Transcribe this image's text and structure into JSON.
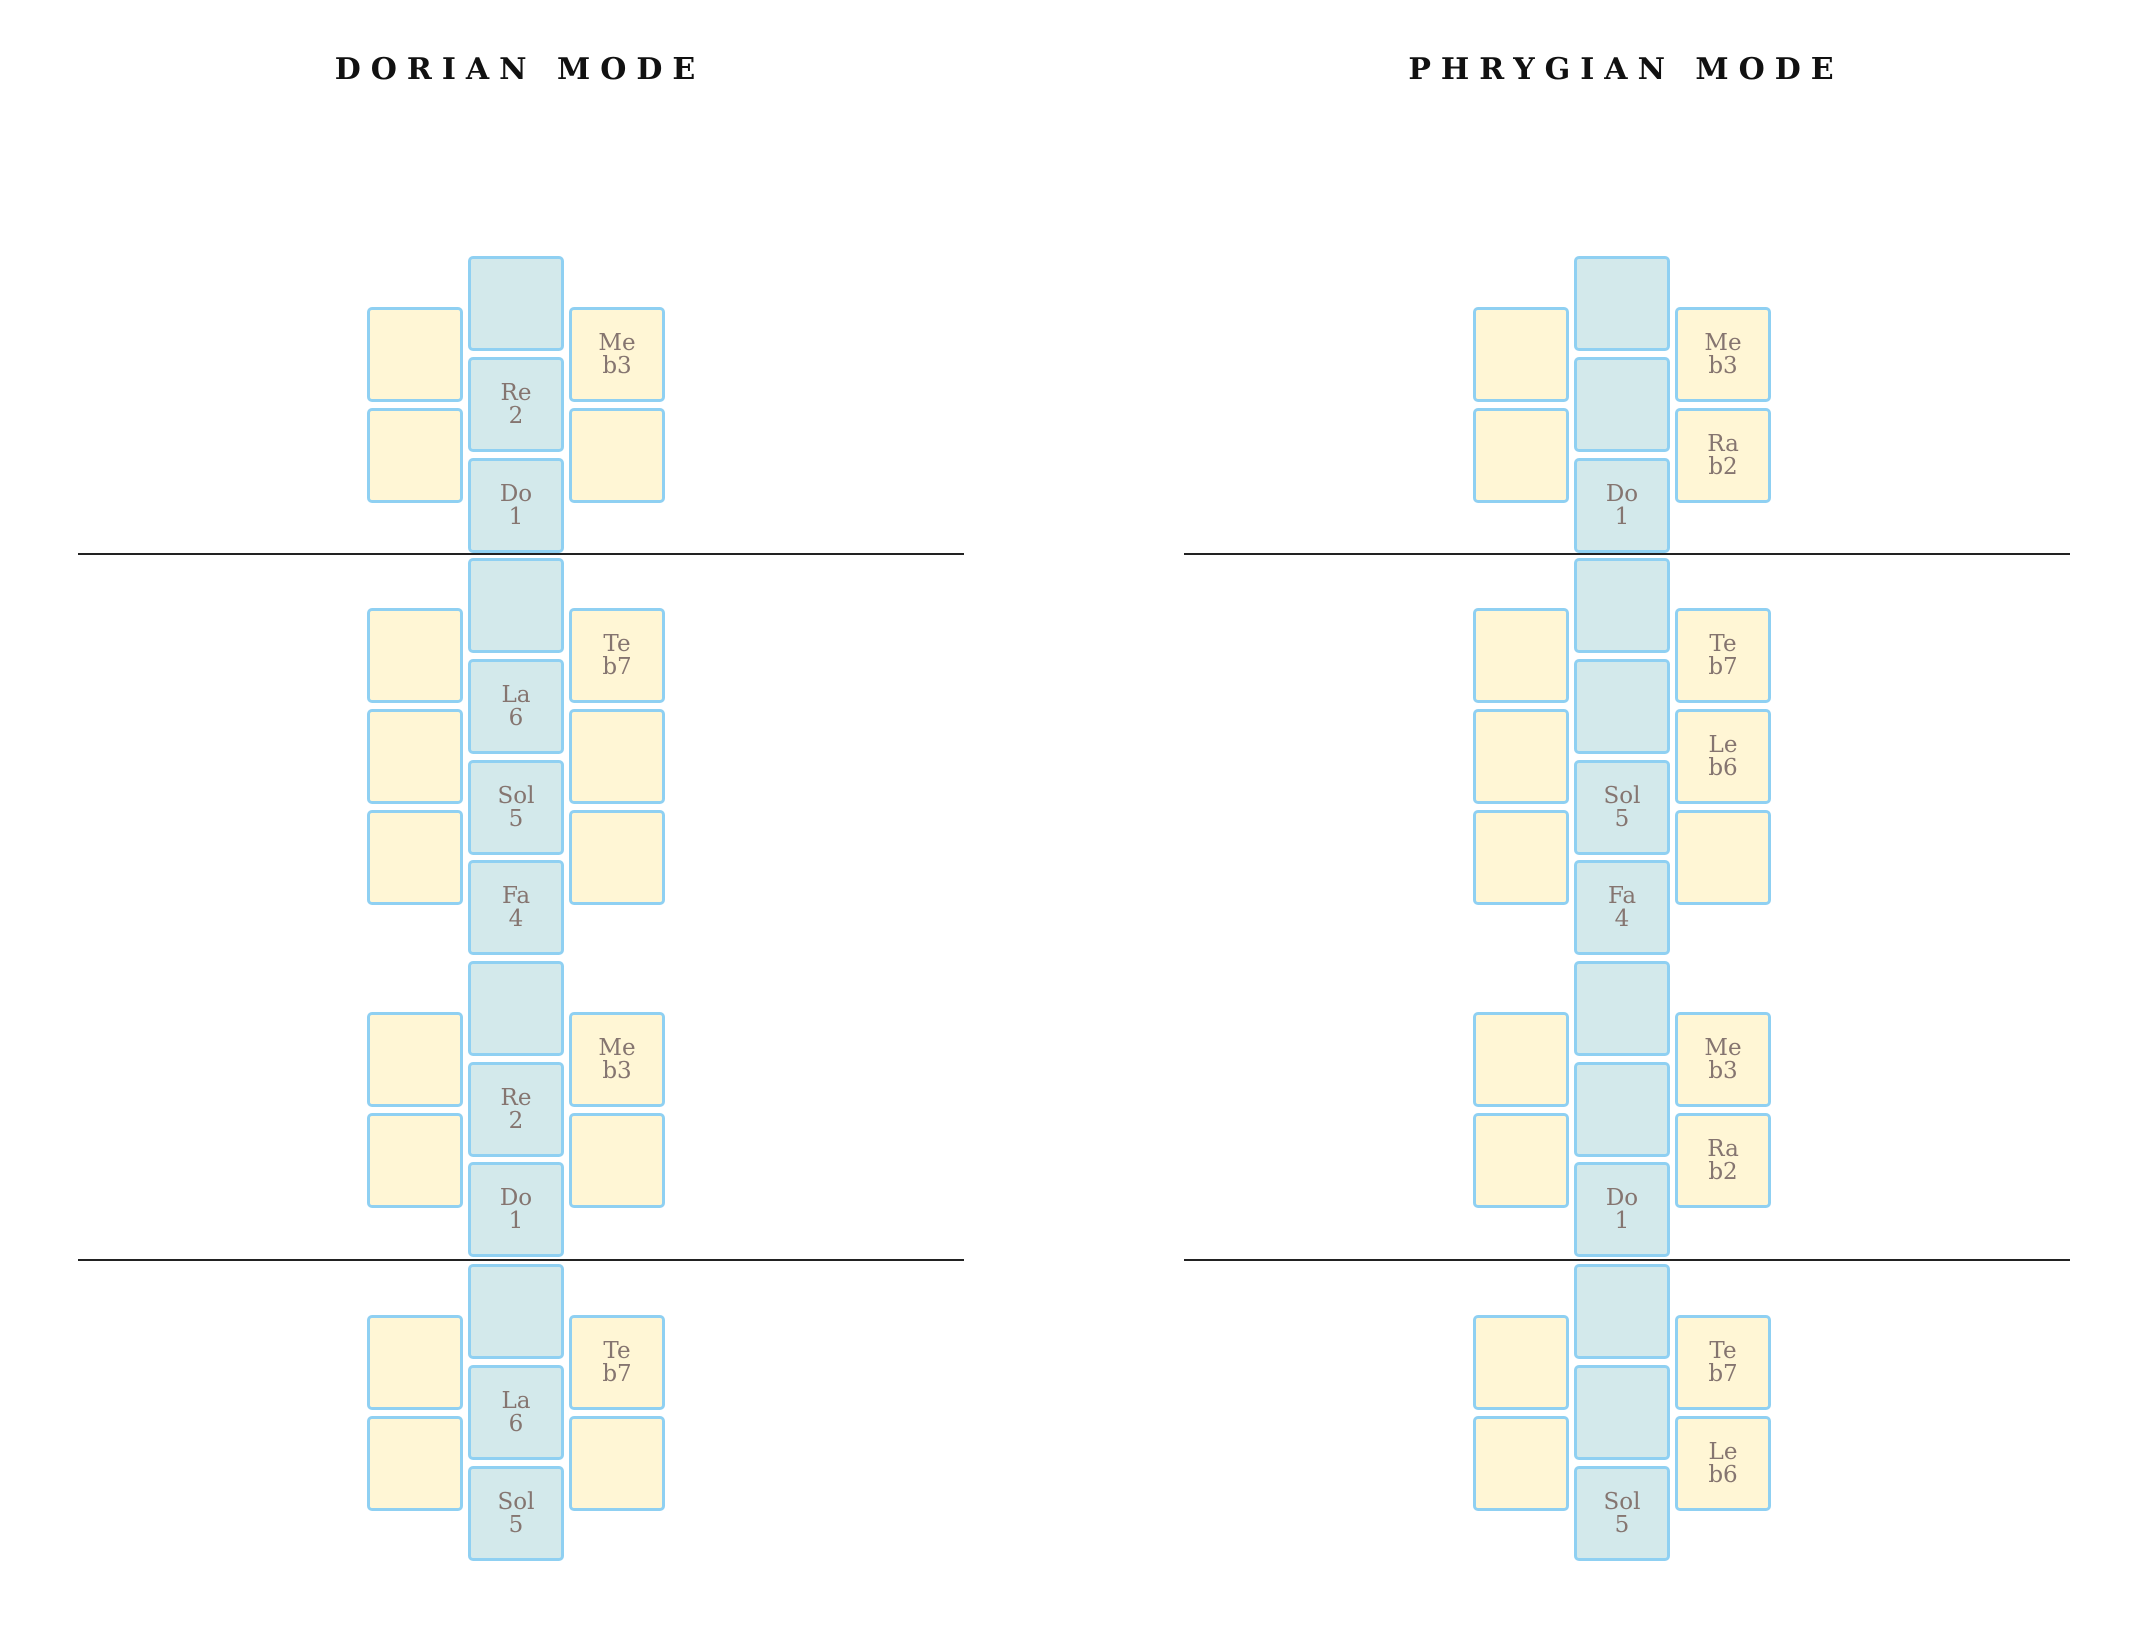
{
  "colors": {
    "center_column": "#d3e9eb",
    "side_columns": "#fff6d5",
    "cell_border": "#8fd0f2",
    "label_text": "#857570",
    "divider": "#222222"
  },
  "panels": [
    {
      "title": "DORIAN MODE",
      "notes": {
        "c1": [
          "",
          ""
        ],
        "c2": [
          "Re",
          "2"
        ],
        "c3": [
          "Do",
          "1"
        ],
        "c4": [
          "",
          ""
        ],
        "c5": [
          "La",
          "6"
        ],
        "c6": [
          "Sol",
          "5"
        ],
        "c7": [
          "Fa",
          "4"
        ],
        "c8": [
          "",
          ""
        ],
        "c9": [
          "Re",
          "2"
        ],
        "c10": [
          "Do",
          "1"
        ],
        "c11": [
          "",
          ""
        ],
        "c12": [
          "La",
          "6"
        ],
        "c13": [
          "Sol",
          "5"
        ],
        "r1": [
          "Me",
          "b3"
        ],
        "r2": [
          "",
          ""
        ],
        "r3": [
          "Te",
          "b7"
        ],
        "r4": [
          "",
          ""
        ],
        "r5": [
          "",
          ""
        ],
        "r6": [
          "Me",
          "b3"
        ],
        "r7": [
          "",
          ""
        ],
        "r8": [
          "Te",
          "b7"
        ],
        "r9": [
          "",
          ""
        ]
      }
    },
    {
      "title": "PHRYGIAN MODE",
      "notes": {
        "c1": [
          "",
          ""
        ],
        "c2": [
          "",
          ""
        ],
        "c3": [
          "Do",
          "1"
        ],
        "c4": [
          "",
          ""
        ],
        "c5": [
          "",
          ""
        ],
        "c6": [
          "Sol",
          "5"
        ],
        "c7": [
          "Fa",
          "4"
        ],
        "c8": [
          "",
          ""
        ],
        "c9": [
          "",
          ""
        ],
        "c10": [
          "Do",
          "1"
        ],
        "c11": [
          "",
          ""
        ],
        "c12": [
          "",
          ""
        ],
        "c13": [
          "Sol",
          "5"
        ],
        "r1": [
          "Me",
          "b3"
        ],
        "r2": [
          "Ra",
          "b2"
        ],
        "r3": [
          "Te",
          "b7"
        ],
        "r4": [
          "Le",
          "b6"
        ],
        "r5": [
          "",
          ""
        ],
        "r6": [
          "Me",
          "b3"
        ],
        "r7": [
          "Ra",
          "b2"
        ],
        "r8": [
          "Te",
          "b7"
        ],
        "r9": [
          "Le",
          "b6"
        ]
      }
    }
  ]
}
